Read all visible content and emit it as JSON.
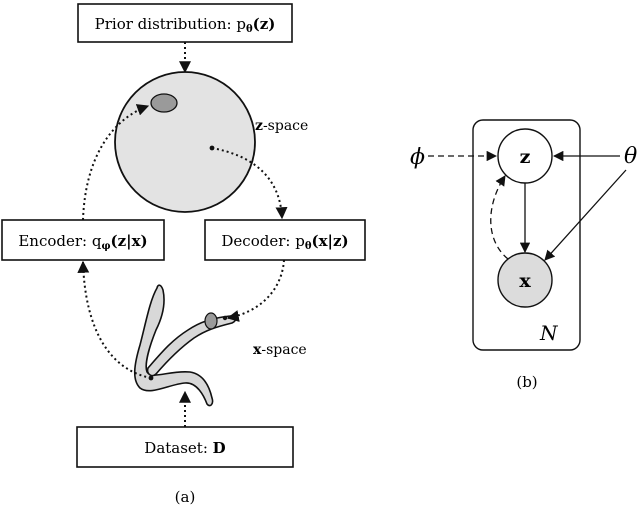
{
  "panel_a": {
    "prior_box": {
      "text": "Prior distribution: p",
      "sub": "θ",
      "arg": "(z)"
    },
    "z_space_label": {
      "bold": "z",
      "text": "-space"
    },
    "x_space_label": {
      "bold": "x",
      "text": "-space"
    },
    "encoder_box": {
      "text": "Encoder: q",
      "sub": "φ",
      "arg": "(z|x)"
    },
    "decoder_box": {
      "text": "Decoder: p",
      "sub": "θ",
      "arg": "(x|z)"
    },
    "dataset_box": {
      "text": "Dataset: ",
      "bold": "D"
    },
    "caption": "(a)"
  },
  "panel_b": {
    "phi_label": "ϕ",
    "theta_label": "θ",
    "z_node": "z",
    "x_node": "x",
    "plate_label": "N",
    "caption": "(b)"
  },
  "colors": {
    "line": "#111111",
    "latent_fill": "#e3e3e3",
    "observed_fill": "#dcdcdc",
    "blob_fill": "#9a9a9a",
    "box_fill": "#ffffff"
  }
}
